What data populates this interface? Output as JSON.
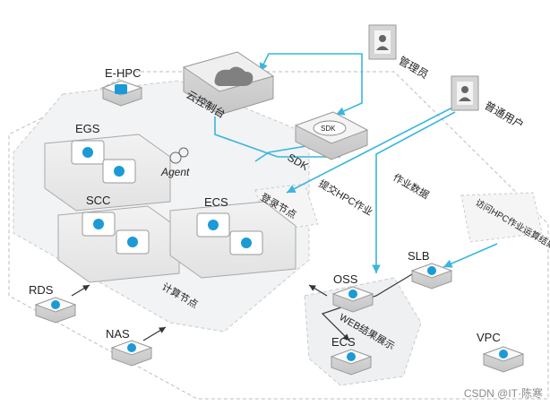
{
  "nodes": {
    "ehpc": "E-HPC",
    "egs": "EGS",
    "scc": "SCC",
    "ecs_compute": "ECS",
    "rds": "RDS",
    "nas": "NAS",
    "oss": "OSS",
    "ecs_web": "ECS",
    "slb": "SLB",
    "vpc": "VPC",
    "sdk": "SDK",
    "sdk_chip": "SDK",
    "console": "云控制台",
    "admin": "管理员",
    "user": "普通用户",
    "agent": "Agent"
  },
  "labels": {
    "login_node": "登录节点",
    "submit_job": "提交HPC作业",
    "job_data": "作业数据",
    "access_results": "访问HPC作业运算结果",
    "compute_node": "计算节点",
    "web_results": "WEB结果展示"
  },
  "watermark": "CSDN @IT·陈寒",
  "colors": {
    "accent": "#1fa7d4",
    "icon_blue": "#1b9ad6",
    "connector": "#39b6dd"
  }
}
